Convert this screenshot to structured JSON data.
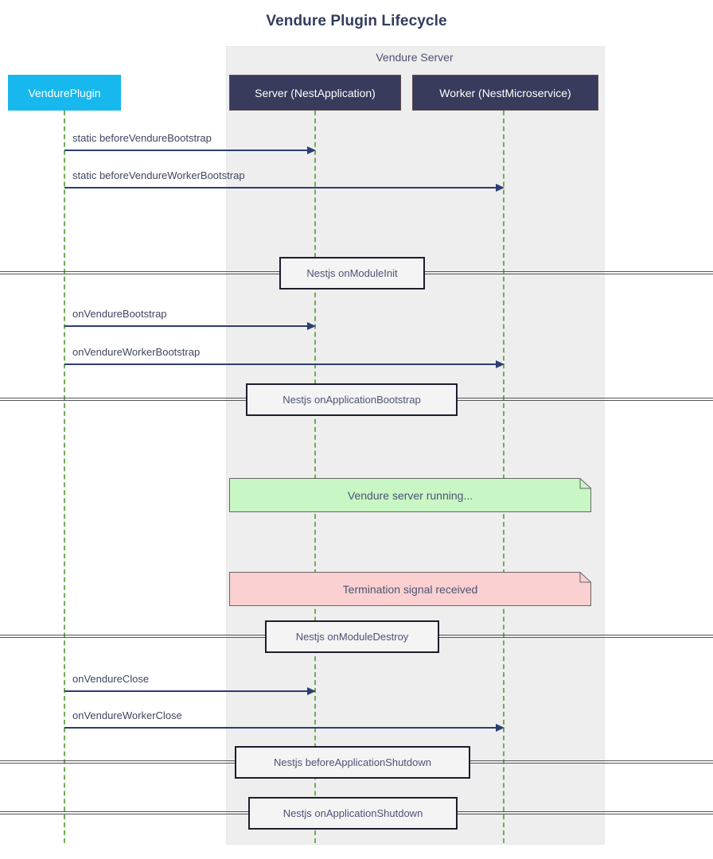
{
  "diagram": {
    "title": "Vendure Plugin Lifecycle",
    "type": "sequence-diagram",
    "colors": {
      "title_text": "#333c5e",
      "plugin_box": "#17b8ee",
      "nest_box": "#383b5c",
      "group_box": "#eeeeee",
      "lifeline": "#6aa84f",
      "arrow": "#2c3e72",
      "note_running": "#c8f7c5",
      "note_termination": "#fbd0d0",
      "divider_box": "#f4f4f4"
    }
  },
  "group": {
    "label": "Vendure Server"
  },
  "participants": [
    {
      "id": "plugin",
      "label": "VendurePlugin",
      "style": "plugin"
    },
    {
      "id": "server",
      "label": "Server (NestApplication)",
      "style": "nest"
    },
    {
      "id": "worker",
      "label": "Worker (NestMicroservice)",
      "style": "nest"
    }
  ],
  "messages": [
    {
      "label": "static beforeVendureBootstrap",
      "from": "plugin",
      "to": "server"
    },
    {
      "label": "static beforeVendureWorkerBootstrap",
      "from": "plugin",
      "to": "worker"
    },
    {
      "label": "onVendureBootstrap",
      "from": "plugin",
      "to": "server"
    },
    {
      "label": "onVendureWorkerBootstrap",
      "from": "plugin",
      "to": "worker"
    },
    {
      "label": "onVendureClose",
      "from": "plugin",
      "to": "server"
    },
    {
      "label": "onVendureWorkerClose",
      "from": "plugin",
      "to": "worker"
    }
  ],
  "dividers": [
    {
      "label": "Nestjs onModuleInit"
    },
    {
      "label": "Nestjs onApplicationBootstrap"
    },
    {
      "label": "Nestjs onModuleDestroy"
    },
    {
      "label": "Nestjs beforeApplicationShutdown"
    },
    {
      "label": "Nestjs onApplicationShutdown"
    }
  ],
  "notes": [
    {
      "label": "Vendure server running...",
      "variant": "running"
    },
    {
      "label": "Termination signal received",
      "variant": "termination"
    }
  ]
}
